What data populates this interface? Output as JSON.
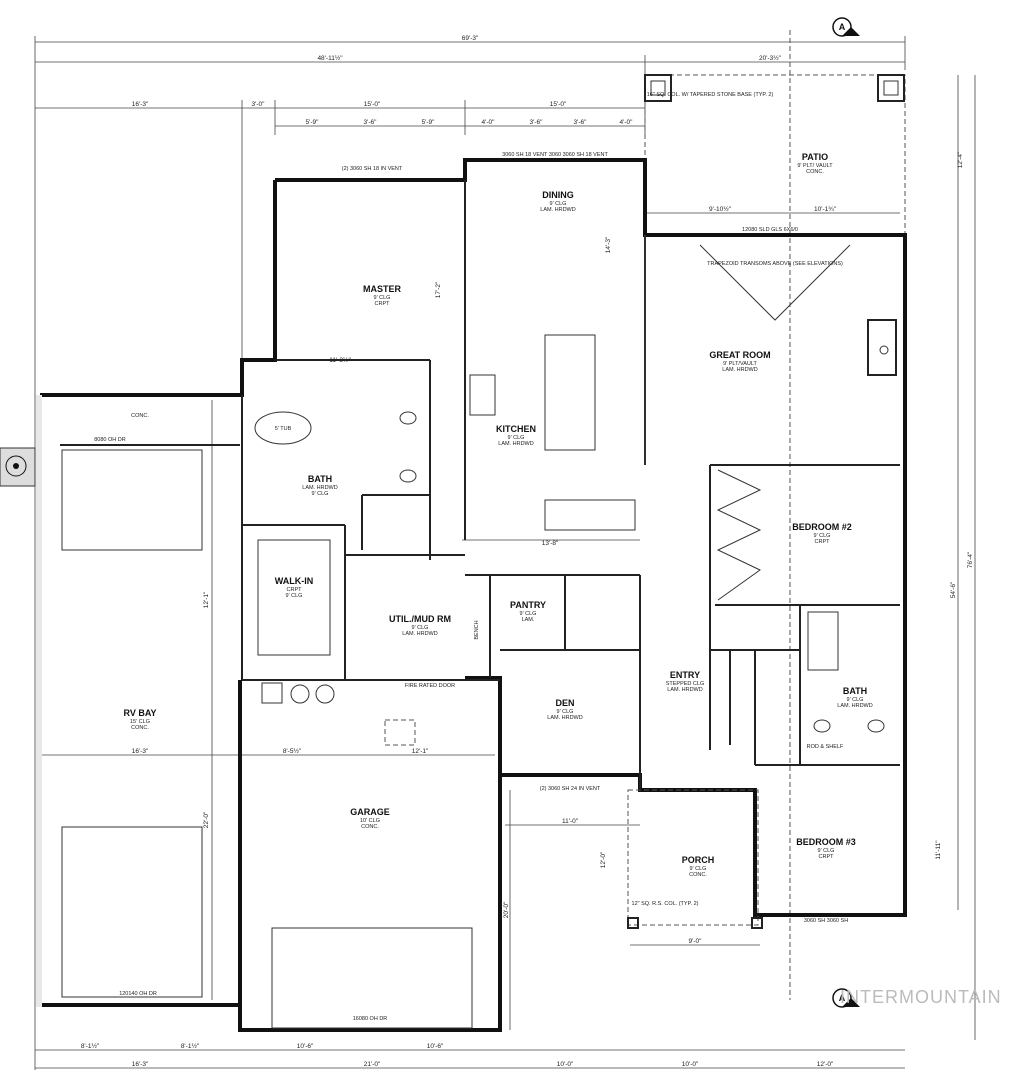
{
  "rooms": {
    "master": {
      "name": "MASTER",
      "l1": "9' CLG",
      "l2": "CRPT"
    },
    "dining": {
      "name": "DINING",
      "l1": "9' CLG",
      "l2": "LAM. HRDWD"
    },
    "great_room": {
      "name": "GREAT ROOM",
      "l1": "9' PLT/VAULT",
      "l2": "LAM. HRDWD"
    },
    "kitchen": {
      "name": "KITCHEN",
      "l1": "9' CLG",
      "l2": "LAM. HRDWD"
    },
    "bath_master": {
      "name": "BATH",
      "l1": "LAM. HRDWD",
      "l2": "9' CLG"
    },
    "walk_in": {
      "name": "WALK-IN",
      "l1": "CRPT",
      "l2": "9' CLG"
    },
    "util": {
      "name": "UTIL./MUD RM",
      "l1": "9' CLG",
      "l2": "LAM. HRDWD"
    },
    "pantry": {
      "name": "PANTRY",
      "l1": "9' CLG",
      "l2": "LAM."
    },
    "den": {
      "name": "DEN",
      "l1": "9' CLG",
      "l2": "LAM. HRDWD"
    },
    "entry": {
      "name": "ENTRY",
      "l1": "STEPPED CLG",
      "l2": "LAM. HRDWD"
    },
    "bedroom2": {
      "name": "BEDROOM #2",
      "l1": "9' CLG",
      "l2": "CRPT"
    },
    "bedroom3": {
      "name": "BEDROOM #3",
      "l1": "9' CLG",
      "l2": "CRPT"
    },
    "bath2": {
      "name": "BATH",
      "l1": "9' CLG",
      "l2": "LAM. HRDWD"
    },
    "rv_bay": {
      "name": "RV BAY",
      "l1": "15' CLG",
      "l2": "CONC."
    },
    "garage": {
      "name": "GARAGE",
      "l1": "10' CLG",
      "l2": "CONC."
    },
    "porch": {
      "name": "PORCH",
      "l1": "9' CLG",
      "l2": "CONC."
    },
    "patio": {
      "name": "PATIO",
      "l1": "9' PLT/ VAULT",
      "l2": "CONC."
    }
  },
  "notes": {
    "column": "16\" SQ. COL. W/ TAPERED STONE BASE (TYP. 2)",
    "transom": "TRAPEZOID TRANSOMS ABOVE (SEE ELEVATIONS)",
    "slider": "12080 SLD GLS 6X6/0",
    "master_window": "(2) 3060 SH 18 IN VENT",
    "dining_window": "3060 SH 18 VENT   3060   3060 SH 18 VENT",
    "den_window": "(2) 3060 SH 24 IN VENT",
    "rv_door": "120140 OH DR",
    "garage_door": "16080 OH DR",
    "side_door": "8080 OH DR",
    "conc": "CONC.",
    "porch_col": "12\" SQ. R.S. COL. (TYP. 2)",
    "fire_door": "FIRE RATED DOOR",
    "tub": "5' TUB",
    "br3_windows": "3060 SH      3060 SH",
    "rod_shelf": "ROD & SHELF",
    "bench": "BENCH"
  },
  "dims": {
    "overall": "69'-3\"",
    "left_run": "48'-11½\"",
    "right_run": "20'-3½\"",
    "d_16_3": "16'-3\"",
    "d_3_0": "3'-0\"",
    "d_15_0a": "15'-0\"",
    "d_15_0b": "15'-0\"",
    "d_5_9a": "5'-9\"",
    "d_3_6a": "3'-6\"",
    "d_5_9b": "5'-9\"",
    "d_4_0a": "4'-0\"",
    "d_3_6b": "3'-6\"",
    "d_3_6c": "3'-6\"",
    "d_4_0b": "4'-0\"",
    "d_12_4": "12'-4\"",
    "d_76_4": "76'-4\"",
    "d_54_6": "54'-6\"",
    "d_22_0": "22'-0\"",
    "d_20_0": "20'-0\"",
    "d_12_0": "12'-0\"",
    "d_12_1": "12'-1\"",
    "d_16_3b": "16'-3\"",
    "d_8_5": "8'-5½\"",
    "d_12_1b": "12'-1\"",
    "b_8_1a": "8'-1½\"",
    "b_8_1b": "8'-1½\"",
    "b_10_6a": "10'-6\"",
    "b_10_6b": "10'-6\"",
    "b_16_3": "16'-3\"",
    "b_21_0": "21'-0\"",
    "b_10_0a": "10'-0\"",
    "b_10_0b": "10'-0\"",
    "b_12_0": "12'-0\"",
    "d_9_10": "9'-10½\"",
    "d_10_1": "10'-1¾\"",
    "d_11_0": "11'-0\"",
    "d_9_0": "9'-0\"",
    "d_13_8": "13'-8\"",
    "d_11_3": "11'-3½\"",
    "d_17_2": "17'-2\"",
    "d_14_3": "14'-3\"",
    "d_11_11": "11'-11\""
  },
  "section_markers": {
    "top": "A",
    "bottom": "A"
  },
  "watermark": "INTERMOUNTAIN"
}
